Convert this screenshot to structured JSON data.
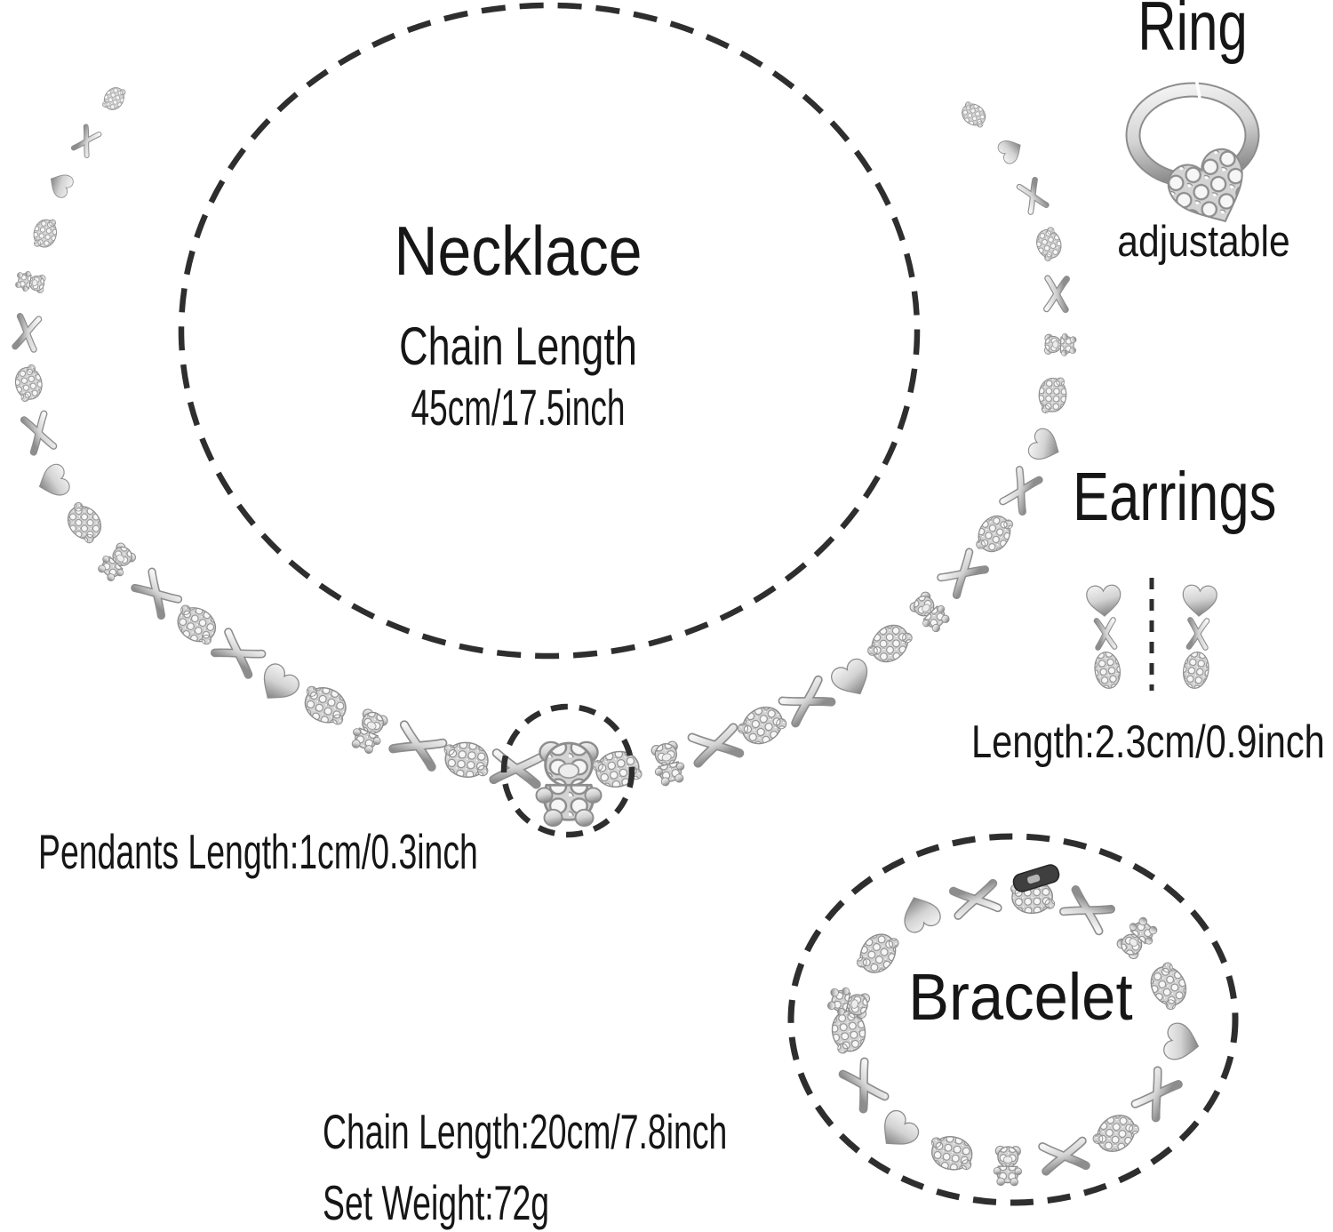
{
  "colors": {
    "background": "#ffffff",
    "ink": "#161616",
    "dash": "#2e2e2e",
    "silver_light": "#f6f6f6",
    "silver_mid": "#d3d3d3",
    "silver_dark": "#8d8d8d"
  },
  "necklace": {
    "title": "Necklace",
    "measure_label": "Chain Length",
    "measure_value": "45cm/17.5inch",
    "pendant_note": "Pendants Length:1cm/0.3inch"
  },
  "ring": {
    "title": "Ring",
    "note": "adjustable"
  },
  "earrings": {
    "title": "Earrings",
    "note": "Length:2.3cm/0.9inch"
  },
  "bracelet": {
    "title": "Bracelet",
    "chain_note": "Chain Length:20cm/7.8inch",
    "weight_note": "Set Weight:72g"
  }
}
